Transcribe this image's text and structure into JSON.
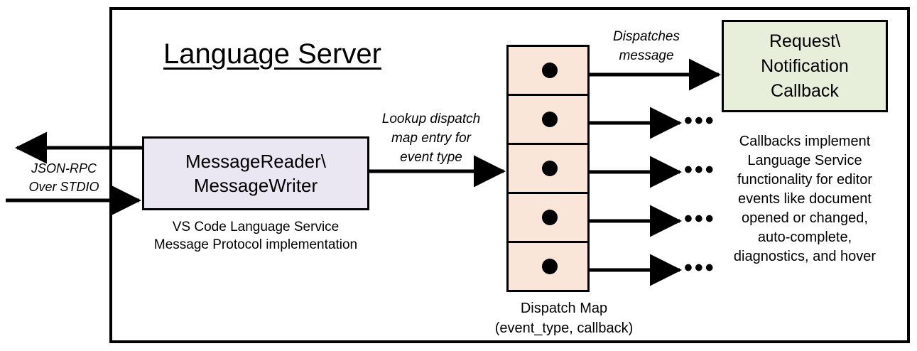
{
  "diagram": {
    "title": "Language Server",
    "frame_label": "Language Server",
    "colors": {
      "message_reader_fill": "#eae7f2",
      "dispatch_map_fill": "#fae6d9",
      "callback_fill": "#e7eeda",
      "stroke": "#000000",
      "background": "#ffffff"
    }
  },
  "nodes": {
    "message_reader": {
      "label": "MessageReader\\\nMessageWriter",
      "caption": "VS Code Language Service\nMessage Protocol implementation",
      "fill": "#eae7f2"
    },
    "dispatch_map": {
      "caption": "Dispatch Map\n(event_type, callback)",
      "fill": "#fae6d9",
      "row_count": 5,
      "rows": [
        {
          "index": 1,
          "has_dot": true,
          "target": "callback-box"
        },
        {
          "index": 2,
          "has_dot": true,
          "target": "ellipsis"
        },
        {
          "index": 3,
          "has_dot": true,
          "target": "ellipsis"
        },
        {
          "index": 4,
          "has_dot": true,
          "target": "ellipsis"
        },
        {
          "index": 5,
          "has_dot": true,
          "target": "ellipsis"
        }
      ]
    },
    "callback": {
      "label": "Request\\\nNotification\nCallback",
      "description": "Callbacks implement\nLanguage Service\nfunctionality for editor\nevents like document\nopened or changed,\nauto-complete,\ndiagnostics, and hover",
      "fill": "#e7eeda"
    }
  },
  "edges": {
    "stdio": {
      "label": "JSON-RPC\nOver STDIO",
      "italic": true,
      "outbound_direction": "left",
      "inbound_direction": "right"
    },
    "lookup": {
      "label": "Lookup dispatch\nmap entry for\nevent type",
      "italic": true,
      "direction": "right"
    },
    "dispatches": {
      "label": "Dispatches\nmessage",
      "italic": true,
      "direction": "right"
    },
    "ellipsis": {
      "label": "•••",
      "count": 4
    }
  }
}
